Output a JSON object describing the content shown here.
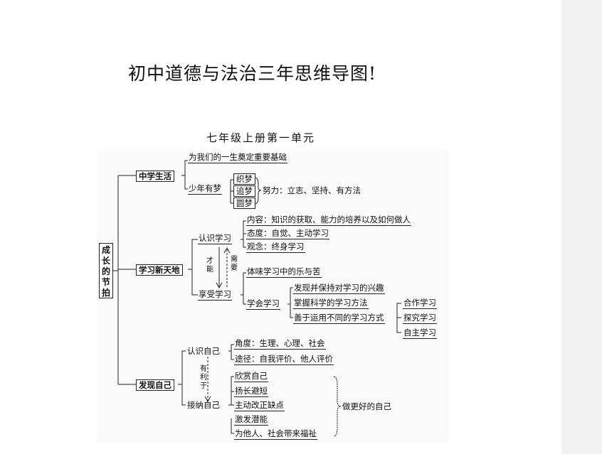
{
  "doc_title": "初中道德与法治三年思维导图!",
  "unit_title": "七年级上册第一单元",
  "map": {
    "root": "成长的节拍",
    "branch1": {
      "label": "中学生活",
      "item1": "为我们的一生奠定重要基础",
      "item2": "少年有梦",
      "dreams": [
        "织梦",
        "追梦",
        "圆梦"
      ],
      "effort": "努力：立志、坚持、有方法"
    },
    "branch2": {
      "label": "学习新天地",
      "know": "认识学习",
      "know_items": [
        "内容：知识的获取、能力的培养以及如何做人",
        "态度：自觉、主动学习",
        "观念：终身学习"
      ],
      "arrow_left": "才能",
      "arrow_right": "需要",
      "enjoy": "享受学习",
      "enjoy_item1": "体味学习中的乐与苦",
      "learn": "学会学习",
      "learn_items": [
        "发现并保持对学习的兴趣",
        "掌握科学的学习方法",
        "善于运用不同的学习方式"
      ],
      "modes": [
        "合作学习",
        "探究学习",
        "自主学习"
      ]
    },
    "branch3": {
      "label": "发现自己",
      "know_self": "认识自己",
      "know_items": [
        "角度：生理、心理、社会",
        "途径：自我评价、他人评价"
      ],
      "arrow_text": "有利于",
      "accept": "接纳自己",
      "accept_items": [
        "欣赏自己",
        "扬长避短",
        "主动改正缺点",
        "激发潜能",
        "为他人、社会带来福祉"
      ],
      "better": "做更好的自己"
    }
  }
}
